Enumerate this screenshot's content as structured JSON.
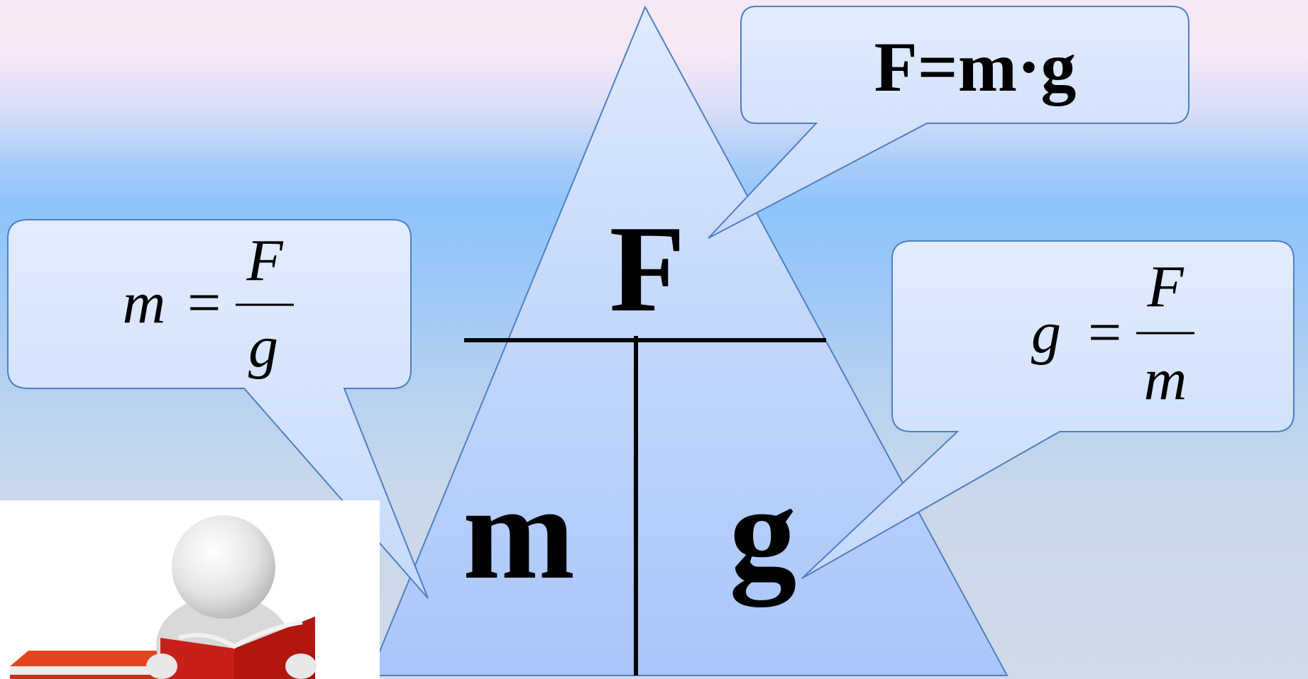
{
  "triangle": {
    "top_letter": "F",
    "left_letter": "m",
    "right_letter": "g"
  },
  "callouts": {
    "top": {
      "formula": "F=m·g"
    },
    "left": {
      "lhs": "m",
      "eq": "=",
      "numerator": "F",
      "denominator": "g"
    },
    "right": {
      "lhs": "g",
      "eq": "=",
      "numerator": "F",
      "denominator": "m"
    }
  },
  "colors": {
    "triangle_fill": "#bcd3fb",
    "callout_fill": "#d4e2fc",
    "outline": "#4f7fc4",
    "divider": "#000000"
  },
  "illustration": {
    "icon": "reader-with-book-icon"
  }
}
